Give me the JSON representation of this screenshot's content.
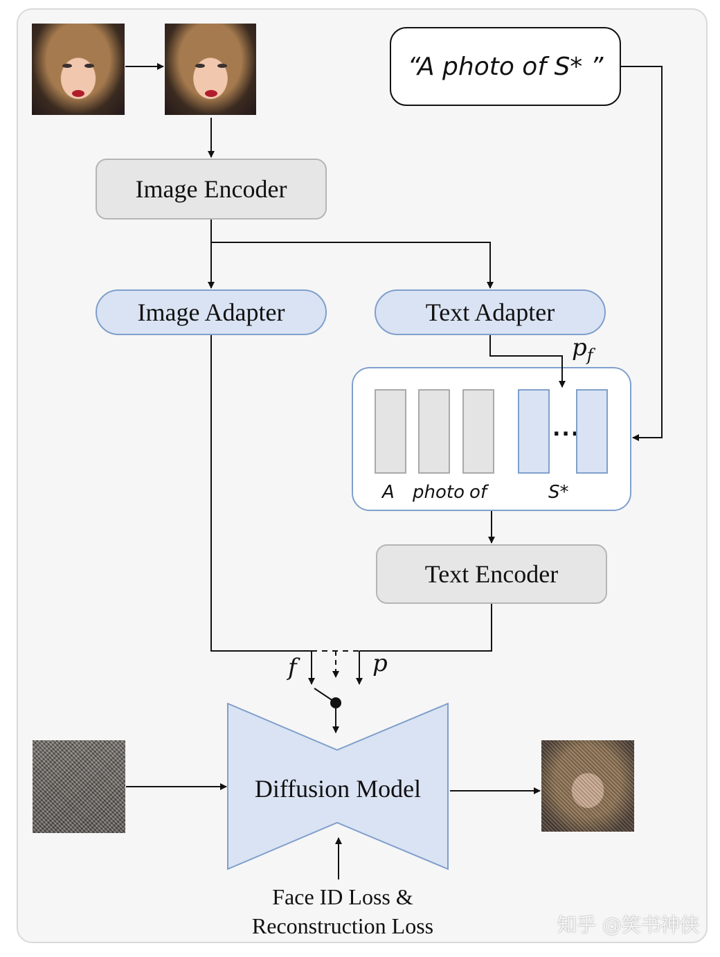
{
  "diagram": {
    "prompt": "“A photo of S* ”",
    "image_encoder": "Image Encoder",
    "image_adapter": "Image Adapter",
    "text_adapter": "Text Adapter",
    "text_encoder": "Text Encoder",
    "diffusion_model": "Diffusion Model",
    "pf_label": "p",
    "pf_sub": "f",
    "f_label": "f",
    "p_label": "p",
    "tokens": {
      "a": "A",
      "photo": "photo",
      "of": "of",
      "s_star": "S*",
      "ellipsis": "..."
    },
    "loss_line1": "Face ID Loss &",
    "loss_line2": "Reconstruction Loss",
    "watermark": "知乎 @笑书神侠",
    "colors": {
      "gray_fill": "#e6e6e6",
      "blue_fill": "#dae3f3",
      "blue_border": "#7f9fcc"
    }
  }
}
